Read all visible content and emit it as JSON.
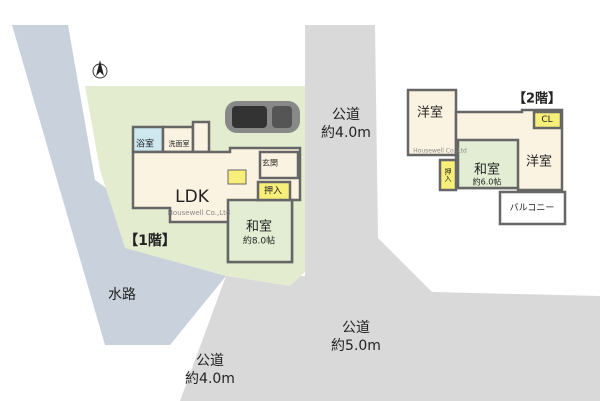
{
  "colors": {
    "road": "#d9d9d9",
    "waterway": "#c9d2dc",
    "lot": "#e4eccf",
    "room": "#fbf3e1",
    "tatami": "#e2edd3",
    "closet": "#f7ef7a",
    "bath": "#cfe8f0"
  },
  "north_icon": "north-arrow-icon",
  "roads": {
    "east": {
      "name": "公道",
      "width": "約4.0m"
    },
    "south": {
      "name": "公道",
      "width": "約5.0m"
    },
    "southwest": {
      "name": "公道",
      "width": "約4.0m"
    },
    "waterway": "水路"
  },
  "floor1": {
    "label": "【1階】",
    "watermark": "Housewell Co.,Ltd",
    "rooms": {
      "ldk": "LDK",
      "washitsu": "和室",
      "washitsu_size": "約8.0帖",
      "bath": "浴室",
      "washroom": "洗面室",
      "entrance": "玄関",
      "closet": "押入"
    }
  },
  "floor2": {
    "label": "【2階】",
    "watermark": "Housewell Co.,Ltd",
    "rooms": {
      "western1": "洋室",
      "western2": "洋室",
      "washitsu": "和室",
      "washitsu_size": "約6.0帖",
      "cl": "CL",
      "closet": "押入",
      "balcony": "バルコニー"
    }
  }
}
